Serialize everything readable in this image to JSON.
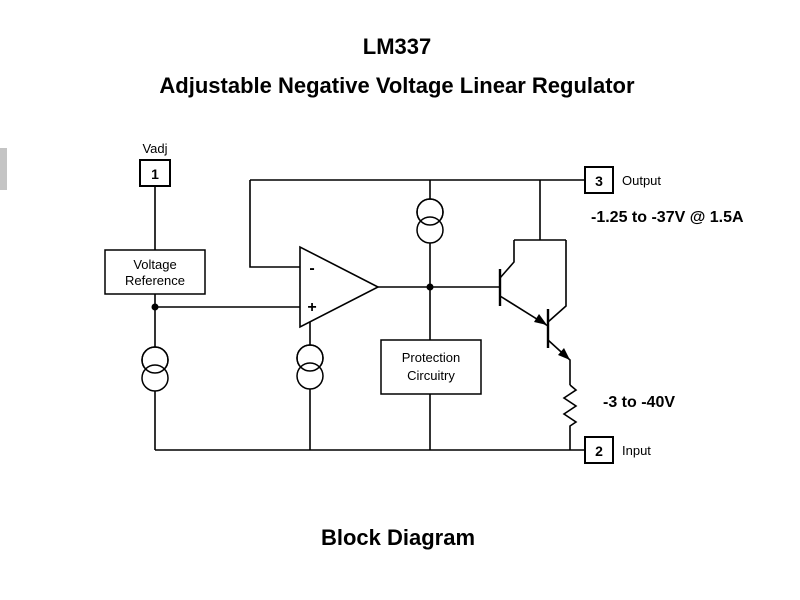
{
  "header": {
    "title": "LM337",
    "subtitle": "Adjustable Negative Voltage Linear Regulator"
  },
  "footer": {
    "caption": "Block Diagram"
  },
  "pins": {
    "adjust": {
      "number": "1",
      "label": "Vadj"
    },
    "output": {
      "number": "3",
      "label": "Output"
    },
    "input": {
      "number": "2",
      "label": "Input"
    }
  },
  "blocks": {
    "voltage_reference": {
      "line1": "Voltage",
      "line2": "Reference"
    },
    "protection_circuitry": {
      "line1": "Protection",
      "line2": "Circuitry"
    }
  },
  "opamp": {
    "inverting_label": "-",
    "noninverting_label": "+"
  },
  "ratings": {
    "output_rating": "-1.25 to -37V @ 1.5A",
    "input_voltage_range": "-3 to -40V"
  },
  "colors": {
    "ink": "#000000",
    "background": "#ffffff"
  }
}
